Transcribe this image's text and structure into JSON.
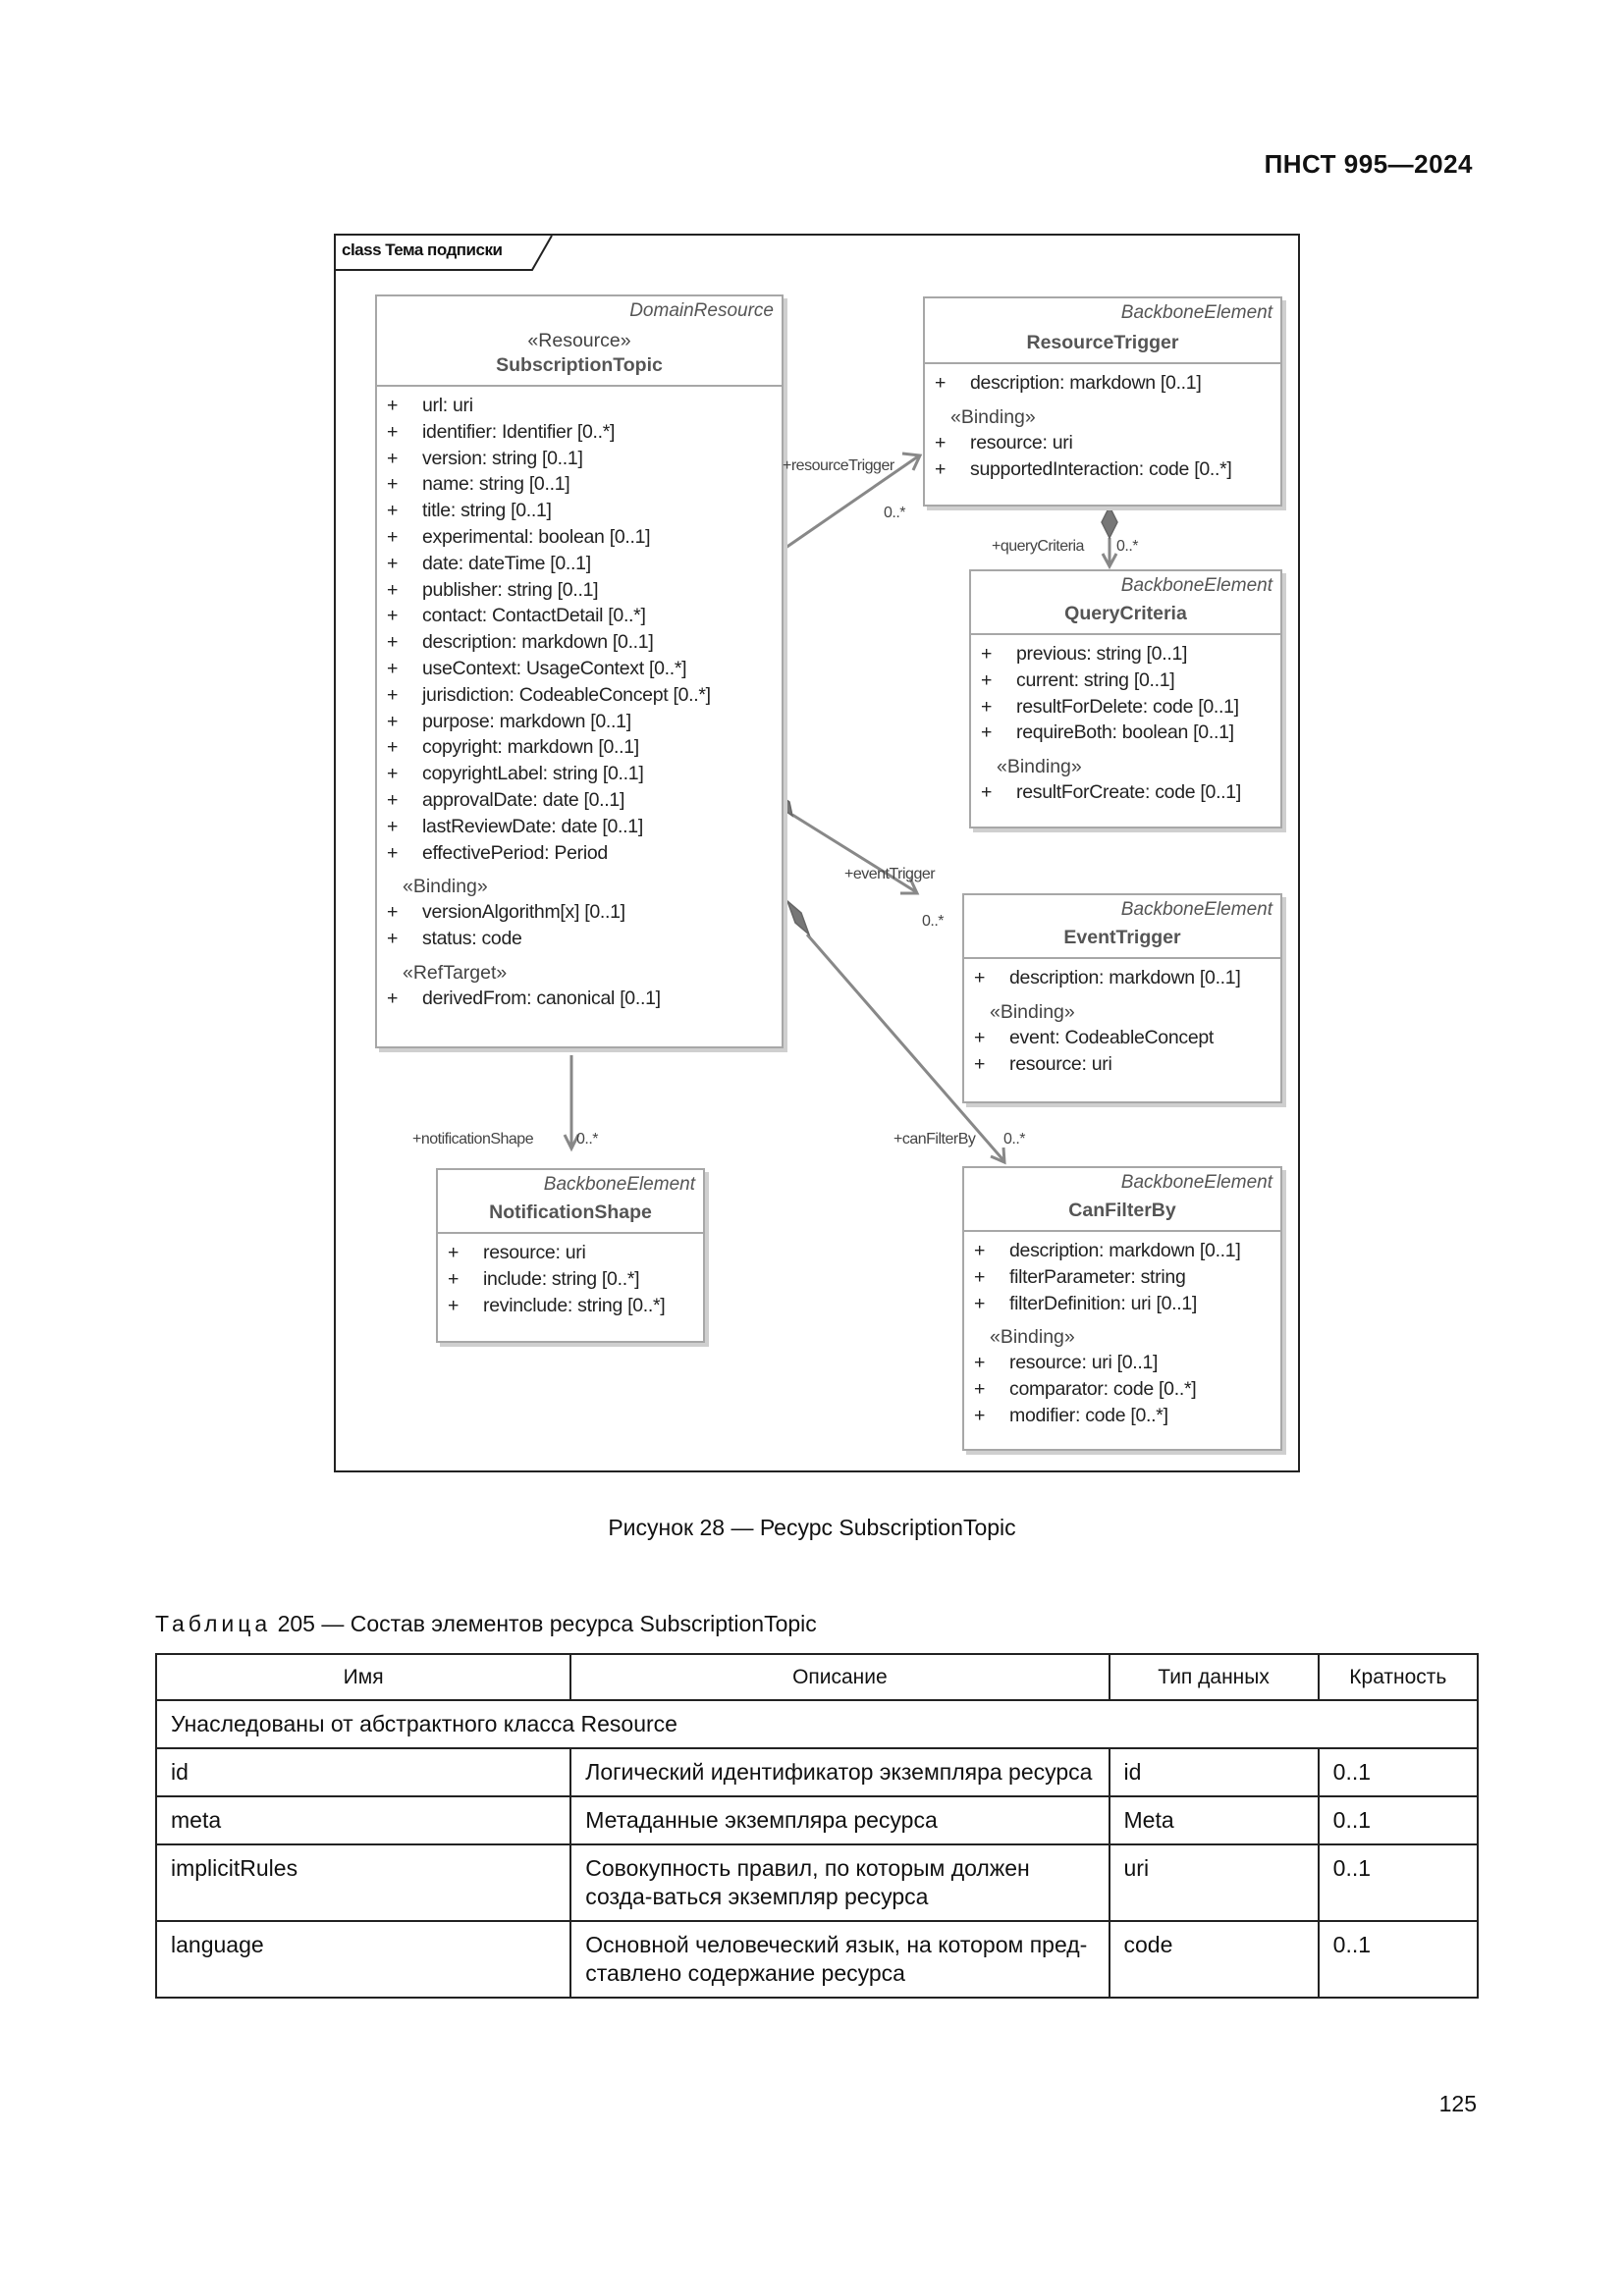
{
  "doc_code": "ПНСТ 995—2024",
  "diagram": {
    "frame_label": "class Тема подписки",
    "classes": {
      "subscription_topic": {
        "parent": "DomainResource",
        "stereotype": "«Resource»",
        "name": "SubscriptionTopic",
        "attrs": [
          "url: uri",
          "identifier: Identifier [0..*]",
          "version: string [0..1]",
          "name: string [0..1]",
          "title: string [0..1]",
          "experimental: boolean [0..1]",
          "date: dateTime [0..1]",
          "publisher: string [0..1]",
          "contact: ContactDetail [0..*]",
          "description: markdown [0..1]",
          "useContext: UsageContext [0..*]",
          "jurisdiction: CodeableConcept [0..*]",
          "purpose: markdown [0..1]",
          "copyright: markdown [0..1]",
          "copyrightLabel: string [0..1]",
          "approvalDate: date [0..1]",
          "lastReviewDate: date [0..1]",
          "effectivePeriod: Period"
        ],
        "binding_label": "«Binding»",
        "binding_attrs": [
          "versionAlgorithm[x] [0..1]",
          "status: code"
        ],
        "reftarget_label": "«RefTarget»",
        "reftarget_attrs": [
          "derivedFrom: canonical [0..1]"
        ]
      },
      "resource_trigger": {
        "parent": "BackboneElement",
        "name": "ResourceTrigger",
        "attrs": [
          "description: markdown [0..1]"
        ],
        "binding_label": "«Binding»",
        "binding_attrs": [
          "resource: uri",
          "supportedInteraction: code [0..*]"
        ]
      },
      "query_criteria": {
        "parent": "BackboneElement",
        "name": "QueryCriteria",
        "attrs": [
          "previous: string [0..1]",
          "current: string [0..1]",
          "resultForDelete: code [0..1]",
          "requireBoth: boolean [0..1]"
        ],
        "binding_label": "«Binding»",
        "binding_attrs": [
          "resultForCreate: code [0..1]"
        ]
      },
      "event_trigger": {
        "parent": "BackboneElement",
        "name": "EventTrigger",
        "attrs": [
          "description: markdown [0..1]"
        ],
        "binding_label": "«Binding»",
        "binding_attrs": [
          "event: CodeableConcept",
          "resource: uri"
        ]
      },
      "notification_shape": {
        "parent": "BackboneElement",
        "name": "NotificationShape",
        "attrs": [
          "resource: uri",
          "include: string [0..*]",
          "revinclude: string [0..*]"
        ]
      },
      "can_filter_by": {
        "parent": "BackboneElement",
        "name": "CanFilterBy",
        "attrs": [
          "description: markdown [0..1]",
          "filterParameter: string",
          "filterDefinition: uri [0..1]"
        ],
        "binding_label": "«Binding»",
        "binding_attrs": [
          "resource: uri [0..1]",
          "comparator: code [0..*]",
          "modifier: code [0..*]"
        ]
      }
    },
    "links": {
      "resource_trigger": {
        "role": "+resourceTrigger",
        "mult": "0..*"
      },
      "query_criteria": {
        "role": "+queryCriteria",
        "mult": "0..*"
      },
      "event_trigger": {
        "role": "+eventTrigger",
        "mult": "0..*"
      },
      "notification_shape": {
        "role": "+notificationShape",
        "mult": "0..*"
      },
      "can_filter_by": {
        "role": "+canFilterBy",
        "mult": "0..*"
      }
    }
  },
  "figure_caption": "Рисунок 28 — Ресурс SubscriptionTopic",
  "table": {
    "label": "Таблица",
    "title": "205 — Состав элементов ресурса SubscriptionTopic",
    "headers": [
      "Имя",
      "Описание",
      "Тип данных",
      "Кратность"
    ],
    "group_row": "Унаследованы от абстрактного класса Resource",
    "rows": [
      [
        "id",
        "Логический идентификатор экземпляра ресурса",
        "id",
        "0..1"
      ],
      [
        "meta",
        "Метаданные экземпляра ресурса",
        "Meta",
        "0..1"
      ],
      [
        "implicitRules",
        "Совокупность правил, по которым должен созда-ваться экземпляр ресурса",
        "uri",
        "0..1"
      ],
      [
        "language",
        "Основной человеческий язык, на котором пред-ставлено содержание ресурса",
        "code",
        "0..1"
      ]
    ]
  },
  "page_number": "125"
}
